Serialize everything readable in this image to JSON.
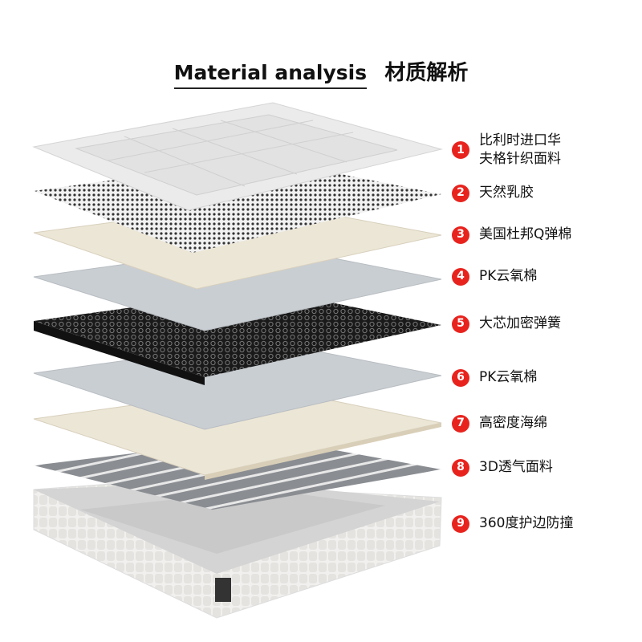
{
  "title": {
    "en": "Material analysis",
    "zh": "材质解析"
  },
  "colors": {
    "badge": "#e8231e",
    "cream": "#ece6d6",
    "grey_foam": "#c9ced3"
  },
  "layers": [
    {
      "num": "1",
      "lines": [
        "比利时进口华",
        "夫格针织面料"
      ]
    },
    {
      "num": "2",
      "lines": [
        "天然乳胶"
      ]
    },
    {
      "num": "3",
      "lines": [
        "美国杜邦Q弹棉"
      ]
    },
    {
      "num": "4",
      "lines": [
        "PK云氧棉"
      ]
    },
    {
      "num": "5",
      "lines": [
        "大芯加密弹簧"
      ]
    },
    {
      "num": "6",
      "lines": [
        "PK云氧棉"
      ]
    },
    {
      "num": "7",
      "lines": [
        "高密度海绵"
      ]
    },
    {
      "num": "8",
      "lines": [
        "3D透气面料"
      ]
    },
    {
      "num": "9",
      "lines": [
        "360度护边防撞"
      ]
    }
  ]
}
